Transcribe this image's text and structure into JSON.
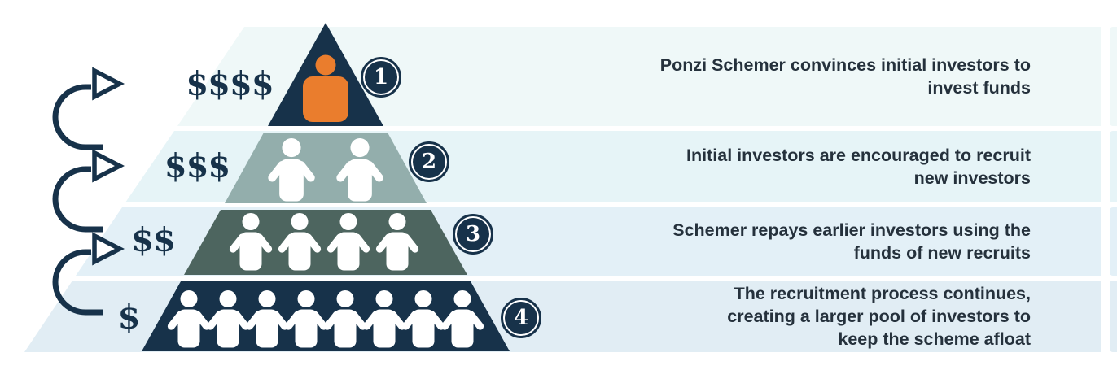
{
  "colors": {
    "navy": "#17324a",
    "orange": "#ea7d2d",
    "sage": "#93aeac",
    "slate": "#4d655f",
    "band1": "#eff8f8",
    "band2": "#e6f4f7",
    "band3": "#e3f0f7",
    "band4": "#e1edf4",
    "text": "#25313c"
  },
  "rows": [
    {
      "number": "1",
      "dollars": "$$$$",
      "people_count": 1,
      "person_color": "orange",
      "description_lines": [
        "Ponzi Schemer convinces initial investors to",
        "invest funds"
      ]
    },
    {
      "number": "2",
      "dollars": "$$$",
      "people_count": 2,
      "person_color": "white",
      "description_lines": [
        "Initial investors are encouraged to recruit",
        "new investors"
      ]
    },
    {
      "number": "3",
      "dollars": "$$",
      "people_count": 4,
      "person_color": "white",
      "description_lines": [
        "Schemer repays earlier investors using the",
        "funds of new recruits"
      ]
    },
    {
      "number": "4",
      "dollars": "$",
      "people_count": 8,
      "person_color": "white",
      "description_lines": [
        "The recruitment process continues,",
        "creating a larger pool of investors to",
        "keep the scheme afloat"
      ]
    }
  ]
}
